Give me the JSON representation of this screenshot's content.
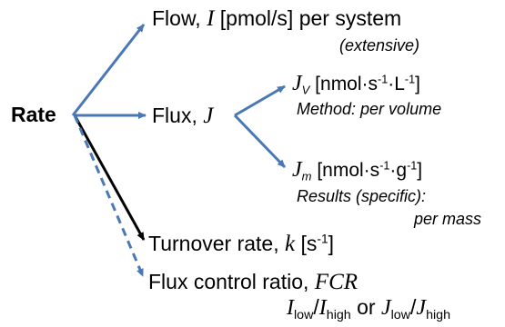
{
  "colors": {
    "blue": "#4a78b5",
    "black": "#000000"
  },
  "root": {
    "label": "Rate"
  },
  "flow": {
    "label": "Flow, ",
    "symbol": "I",
    "unit": " [pmol/s] per system",
    "note": "(extensive)"
  },
  "flux": {
    "label": "Flux, ",
    "symbol": "J",
    "jv": {
      "symbol": "J",
      "subscript": "V",
      "unit_a": " [nmol·s",
      "exp_a": "-1",
      "unit_b": "·L",
      "exp_b": "-1",
      "unit_c": "]",
      "note": "Method: per volume"
    },
    "jm": {
      "symbol": "J",
      "subscript": "m",
      "unit_a": " [nmol·s",
      "exp_a": "-1",
      "unit_b": "·g",
      "exp_b": "-1",
      "unit_c": "]",
      "note_line1": "Results (specific):",
      "note_line2": "per mass"
    }
  },
  "turnover": {
    "label": "Turnover rate, ",
    "symbol": "k",
    "unit_a": " [s",
    "exp": "-1",
    "unit_b": "]"
  },
  "fcr": {
    "label": "Flux control ratio, ",
    "symbol": "FCR",
    "expr": {
      "i1": "I",
      "i1_sub": "low",
      "slash1": "/",
      "i2": "I",
      "i2_sub": "high",
      "or": " or ",
      "j1": "J",
      "j1_sub": "low",
      "slash2": "/",
      "j2": "J",
      "j2_sub": "high"
    }
  }
}
